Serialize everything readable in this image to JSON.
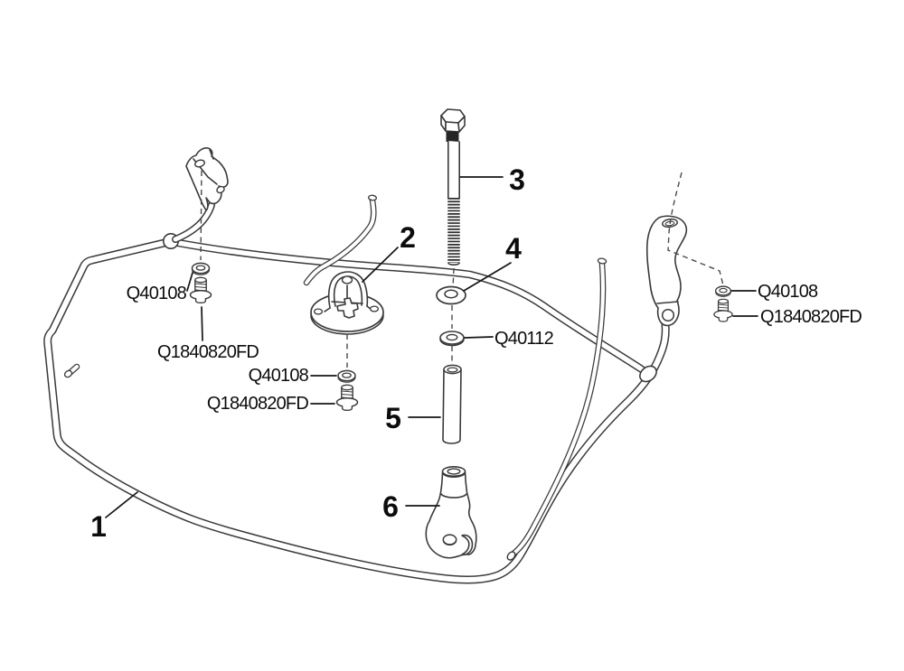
{
  "diagram_type": "exploded-parts-diagram",
  "colors": {
    "background": "#ffffff",
    "line": "#3a3a3a",
    "text": "#0c0c0c"
  },
  "callouts": {
    "c1": "1",
    "c2": "2",
    "c3": "3",
    "c4": "4",
    "c5": "5",
    "c6": "6"
  },
  "part_labels": {
    "upper_left_washer": "Q40108",
    "upper_left_bolt": "Q1840820FD",
    "center_washer": "Q40108",
    "center_bolt": "Q1840820FD",
    "spacer_washer": "Q40112",
    "right_washer": "Q40108",
    "right_bolt": "Q1840820FD"
  }
}
